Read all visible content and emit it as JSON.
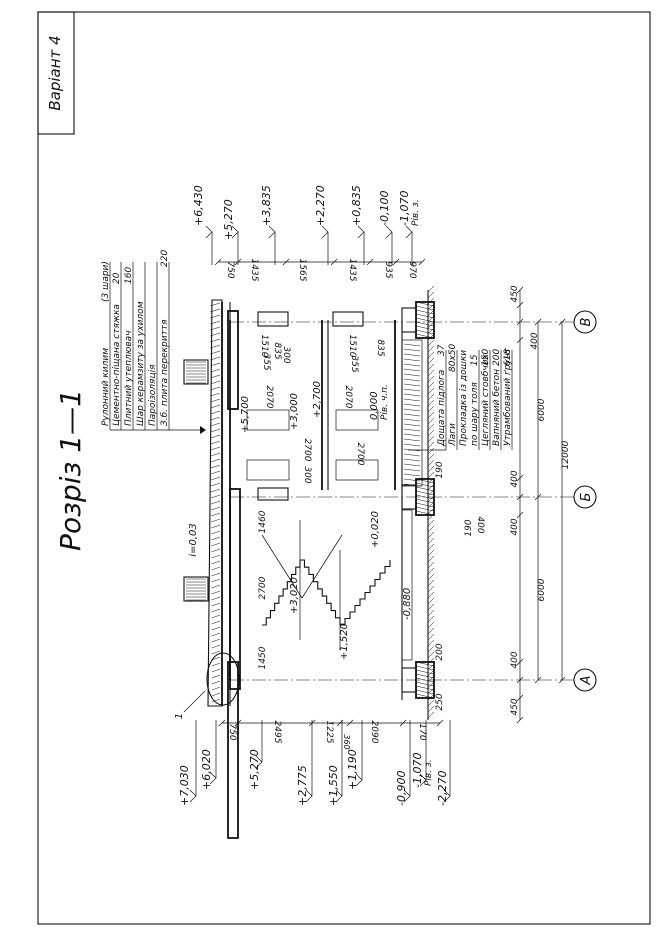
{
  "variant_label": "Варіант 4",
  "title": "Розріз 1—1",
  "slope_label": "i=0,03",
  "callout_number": "1",
  "axis_labels": [
    "А",
    "Б",
    "В"
  ],
  "axis_spacing_large": "6000",
  "axis_total": "12000",
  "roof_layers": [
    {
      "name": "Рулонний килим",
      "value": "(3 шари)"
    },
    {
      "name": "Цементно-піщана стяжка",
      "value": "20"
    },
    {
      "name": "Плитний утеплювач",
      "value": "160"
    },
    {
      "name": "Шар керамзиту за ухилом",
      "value": ""
    },
    {
      "name": "Пароізоляція",
      "value": ""
    },
    {
      "name": "З.б. плита перекриття",
      "value": "220"
    }
  ],
  "floor_layers": [
    {
      "name": "Дощата підлога",
      "value": "37"
    },
    {
      "name": "Лаги",
      "value": "80х50"
    },
    {
      "name": "Прокладка із дошки",
      "value": ""
    },
    {
      "name": "по шару толя",
      "value": "15"
    },
    {
      "name": "Цегляний стовбчик",
      "value": "150"
    },
    {
      "name": "Вапняний бетон",
      "value": "200"
    },
    {
      "name": "Утрамбований ґрунт",
      "value": "618"
    }
  ],
  "left_levels": [
    "+7,030",
    "+6,020",
    "+5,270",
    "+2,775",
    "+1,550",
    "+1,190",
    "-0,900",
    "-1,070",
    "-2,270"
  ],
  "right_levels": [
    "+6,430",
    "+5,270",
    "+3,835",
    "+2,270",
    "+0,835",
    "-0,100",
    "-1,070"
  ],
  "ground_note": "Рів. з.",
  "inner_levels": {
    "upper_floor": "+5,700",
    "second_floor": "+3,000",
    "second_floor_b": "+2,700",
    "ground_floor": "0,000",
    "ground_floor_note": "Рів. ч.п.",
    "stair_landing_upper": "+3,020",
    "stair_landing_mid": "+1,520",
    "stair_entry": "+0,020",
    "stair_basement": "-0,880"
  },
  "left_dims": [
    "750",
    "2495",
    "1225",
    "360",
    "2090",
    "170"
  ],
  "right_dims": [
    "750",
    "1435",
    "1565",
    "1435",
    "935",
    "970"
  ],
  "bottom_dims": {
    "overhang_left": "450",
    "overhang_right": "450",
    "wall_a": "400",
    "wall_a_inner": "200",
    "wall_a_base": "250",
    "wall_b_left": "400",
    "wall_b_right": "400",
    "wall_c": "400",
    "footing_b_1": "190",
    "footing_b_2": "190",
    "footing_b_3": "400"
  },
  "span_dims": {
    "stair_1": "1450",
    "stair_run": "2700",
    "stair_2": "1460",
    "partition_1": "300",
    "door_1": "2700",
    "door_2": "2700",
    "window_1": "2070",
    "window_2": "2070",
    "win_h_1": "1510",
    "win_h_2": "1510",
    "win_gap_1": "835",
    "win_gap_2": "835",
    "win_s_1": "300",
    "win_s_2": "355",
    "win_s_3": "355"
  }
}
